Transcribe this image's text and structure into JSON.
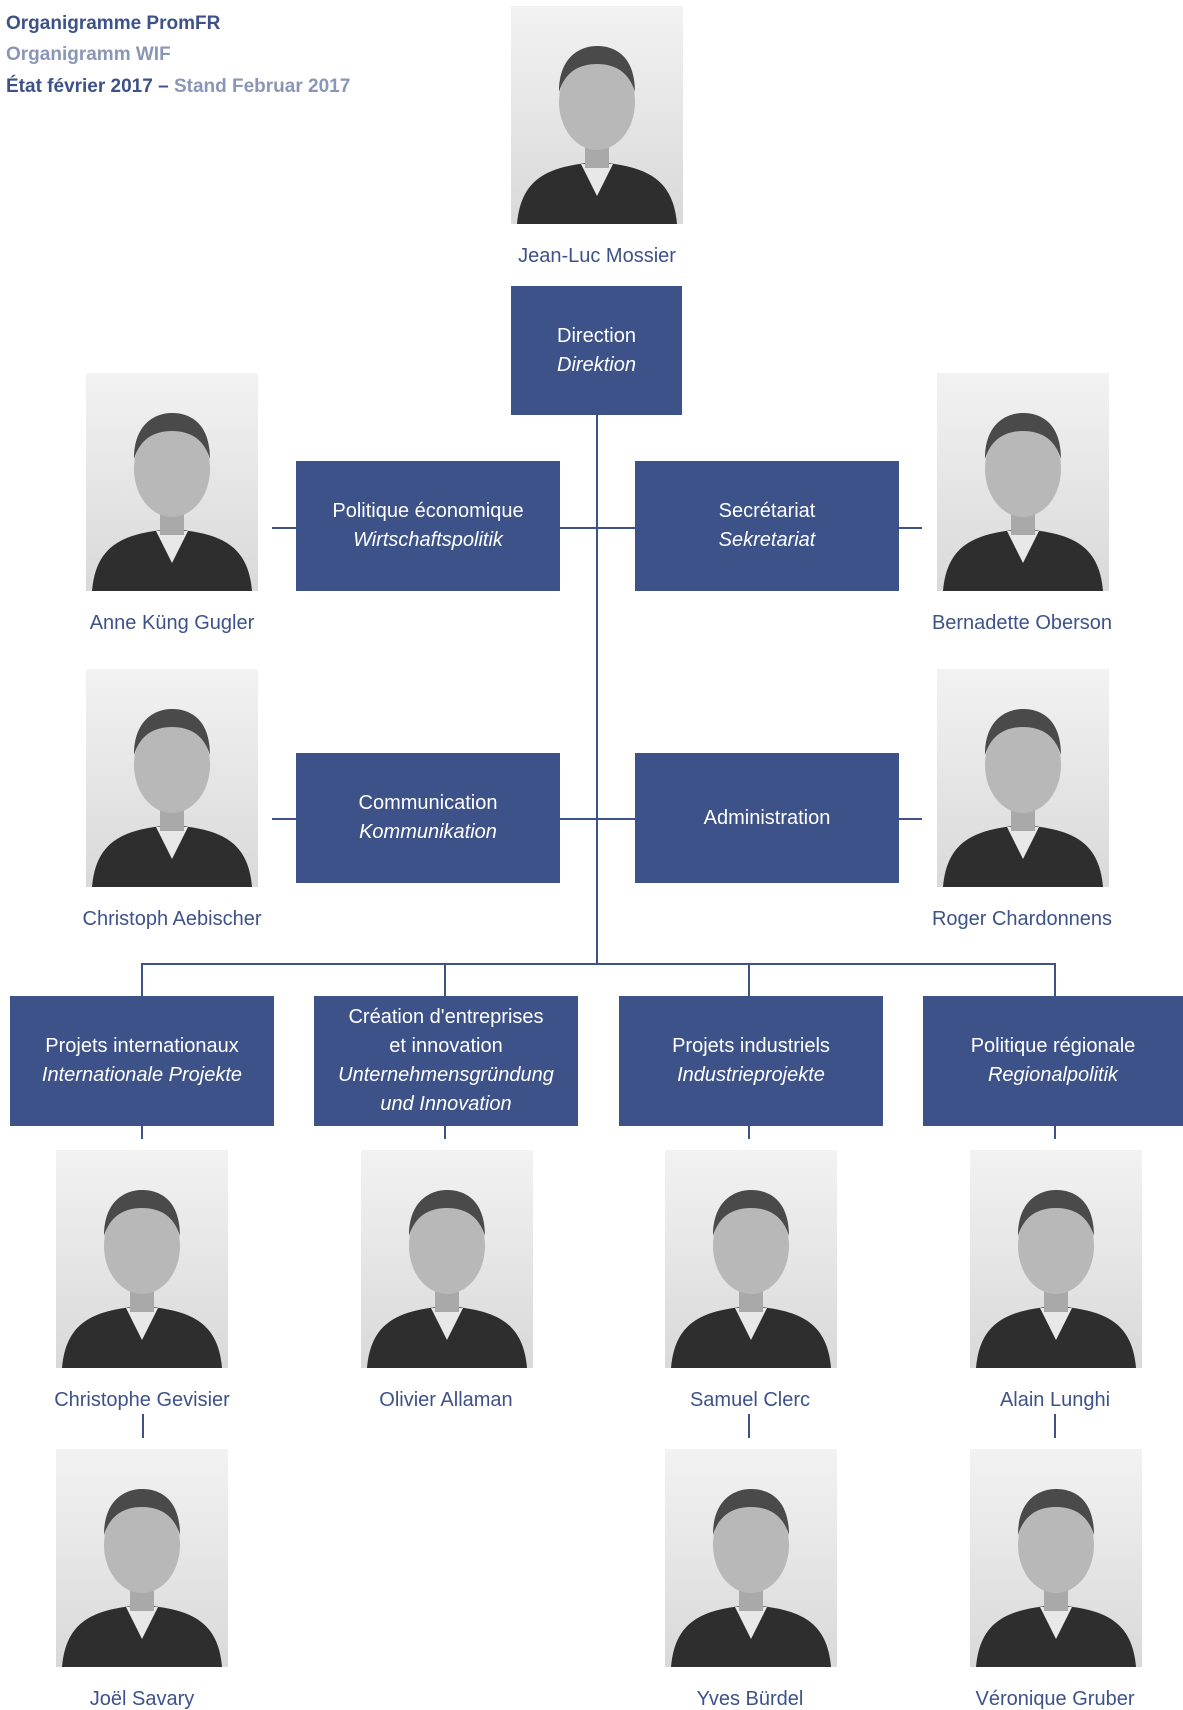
{
  "title": {
    "line1": "Organigramme PromFR",
    "line2": "Organigramm WIF",
    "line3_fr": "État février 2017 –",
    "line3_de": "Stand Februar 2017"
  },
  "units": {
    "direction": {
      "fr": "Direction",
      "de": "Direktion"
    },
    "politique_economique": {
      "fr": "Politique économique",
      "de": "Wirtschaftspolitik"
    },
    "secretariat": {
      "fr": "Secrétariat",
      "de": "Sekretariat"
    },
    "communication": {
      "fr": "Communication",
      "de": "Kommunikation"
    },
    "administration": {
      "fr": "Administration"
    },
    "projets_internationaux": {
      "fr": "Projets internationaux",
      "de": "Internationale Projekte"
    },
    "creation": {
      "fr1": "Création d'entreprises",
      "fr2": "et innovation",
      "de1": "Unternehmensgründung",
      "de2": "und Innovation"
    },
    "projets_industriels": {
      "fr": "Projets industriels",
      "de": "Industrieprojekte"
    },
    "politique_regionale": {
      "fr": "Politique régionale",
      "de": "Regionalpolitik"
    }
  },
  "people": {
    "mossier": "Jean-Luc Mossier",
    "kung_gugler": "Anne Küng Gugler",
    "oberson": "Bernadette Oberson",
    "aebischer": "Christoph Aebischer",
    "chardonnens": "Roger Chardonnens",
    "gevisier": "Christophe Gevisier",
    "allaman": "Olivier Allaman",
    "clerc": "Samuel Clerc",
    "lunghi": "Alain Lunghi",
    "savary": "Joël Savary",
    "burdel": "Yves Bürdel",
    "gruber": "Véronique Gruber"
  }
}
